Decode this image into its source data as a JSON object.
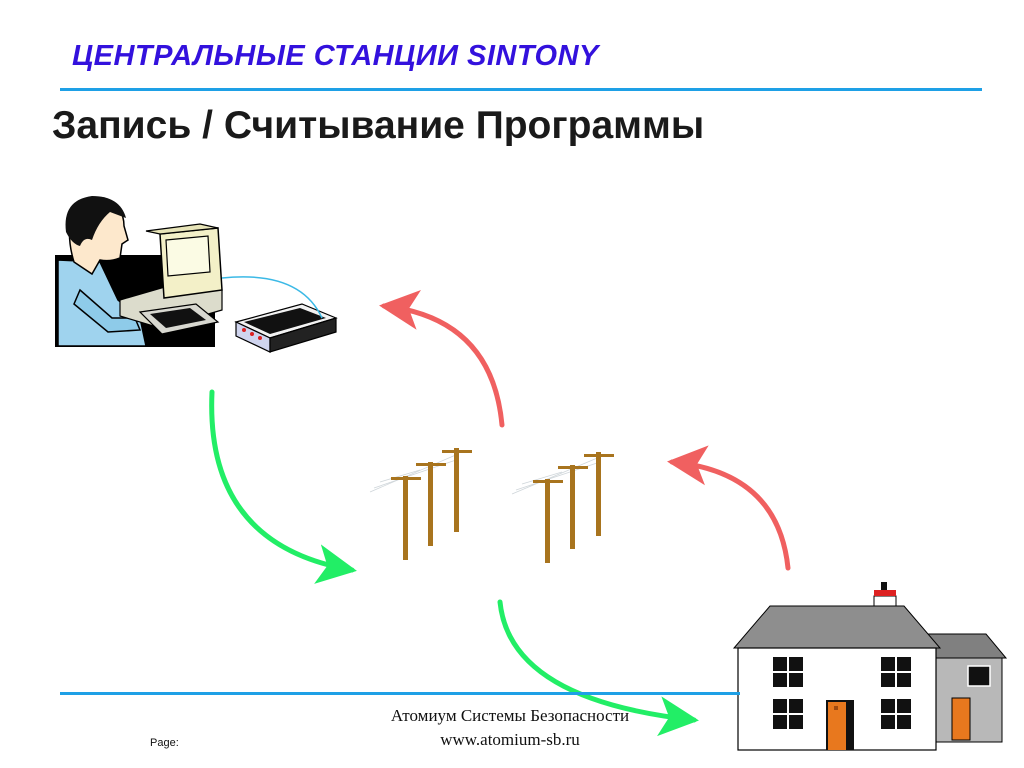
{
  "header": {
    "title": "ЦЕНТРАЛЬНЫЕ СТАНЦИИ SINTONY"
  },
  "slide": {
    "title": "Запись / Считывание Программы"
  },
  "footer": {
    "company": "Атомиум Системы Безопасности",
    "url": "www.atomium-sb.ru",
    "page_label": "Page:"
  },
  "colors": {
    "accent_blue": "#1ea0e6",
    "header_text": "#3311dd",
    "arrow_red": "#f06060",
    "arrow_green": "#22ee66",
    "pole_brown": "#a8741e"
  },
  "diagram": {
    "nodes": [
      "computer-operator-illustration",
      "telephone-lines-illustration",
      "house-illustration"
    ],
    "arrows": [
      "green-arrow-computer-to-lines",
      "red-arrow-lines-to-computer",
      "green-arrow-lines-to-house",
      "red-arrow-house-to-lines"
    ]
  }
}
